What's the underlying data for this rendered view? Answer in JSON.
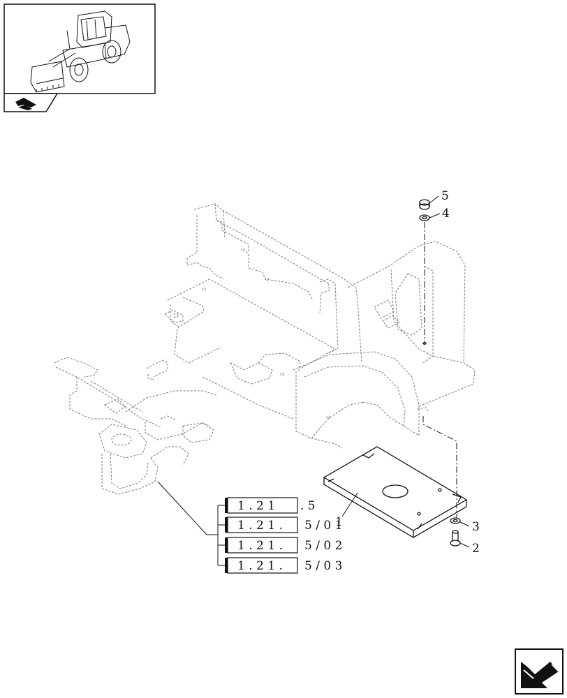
{
  "diagram": {
    "references": [
      {
        "boxed": "1 . 2 1",
        "suffix": ". 5"
      },
      {
        "boxed": "1 . 2 1 .",
        "suffix": "5 / 0 1"
      },
      {
        "boxed": "1 . 2 1 .",
        "suffix": "5 / 0 2"
      },
      {
        "boxed": "1 . 2 1 .",
        "suffix": "5 / 0 3"
      }
    ],
    "callouts": {
      "part_1": "1",
      "part_2": "2",
      "part_3": "3",
      "part_4": "4",
      "part_5": "5"
    }
  },
  "icons": {
    "thumbnail": "wheel-loader-thumbnail",
    "tab": "section-tab-icon",
    "nav": "next-page-arrow-icon"
  }
}
